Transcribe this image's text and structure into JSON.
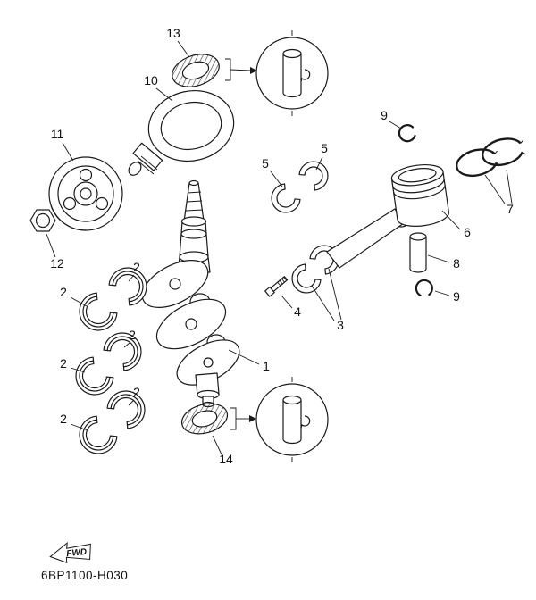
{
  "colors": {
    "line": "#1a1a1a",
    "background": "#ffffff"
  },
  "diagram": {
    "code": "6BP1100-H030",
    "fwd_label": "FWD",
    "callouts": [
      {
        "part": "13"
      },
      {
        "part": "10"
      },
      {
        "part": "11"
      },
      {
        "part": "12"
      },
      {
        "part": "9"
      },
      {
        "part": "5"
      },
      {
        "part": "5"
      },
      {
        "part": "7"
      },
      {
        "part": "6"
      },
      {
        "part": "8"
      },
      {
        "part": "9"
      },
      {
        "part": "2"
      },
      {
        "part": "2"
      },
      {
        "part": "2"
      },
      {
        "part": "2"
      },
      {
        "part": "2"
      },
      {
        "part": "2"
      },
      {
        "part": "4"
      },
      {
        "part": "3"
      },
      {
        "part": "1"
      },
      {
        "part": "14"
      }
    ]
  }
}
